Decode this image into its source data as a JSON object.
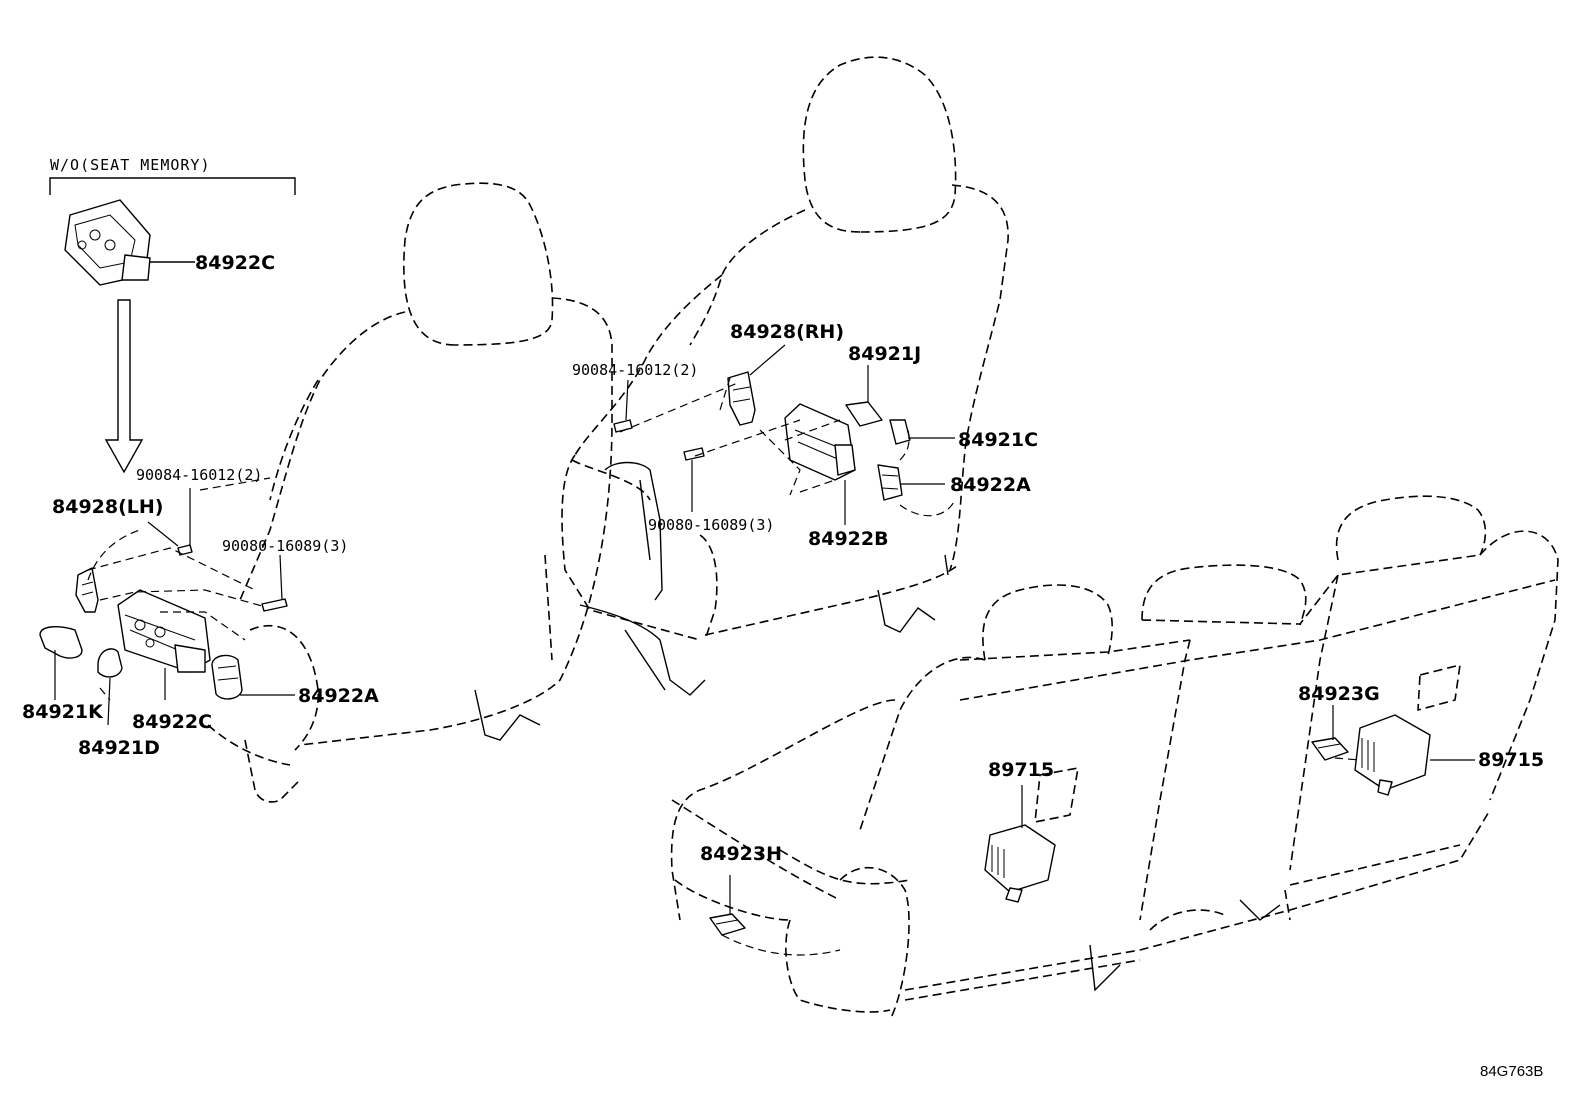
{
  "figure_code": "84G763B",
  "variant_label": "W/O(SEAT MEMORY)",
  "labels": {
    "switch_84922c_top": "84922C",
    "screw_90084_left": "90084-16012(2)",
    "bracket_lh": "84928(LH)",
    "screw_90080_left": "90080-16089(3)",
    "knob_84921k": "84921K",
    "switch_84922c_lower": "84922C",
    "knob_84921d": "84921D",
    "switch_84922a_left": "84922A",
    "screw_90084_right": "90084-16012(2)",
    "bracket_rh": "84928(RH)",
    "knob_84921j": "84921J",
    "knob_84921c": "84921C",
    "switch_84922a_right": "84922A",
    "screw_90080_right": "90080-16089(3)",
    "switch_84922b": "84922B",
    "switch_84923g": "84923G",
    "computer_89715_right": "89715",
    "computer_89715_center": "89715",
    "switch_84923h": "84923H"
  }
}
